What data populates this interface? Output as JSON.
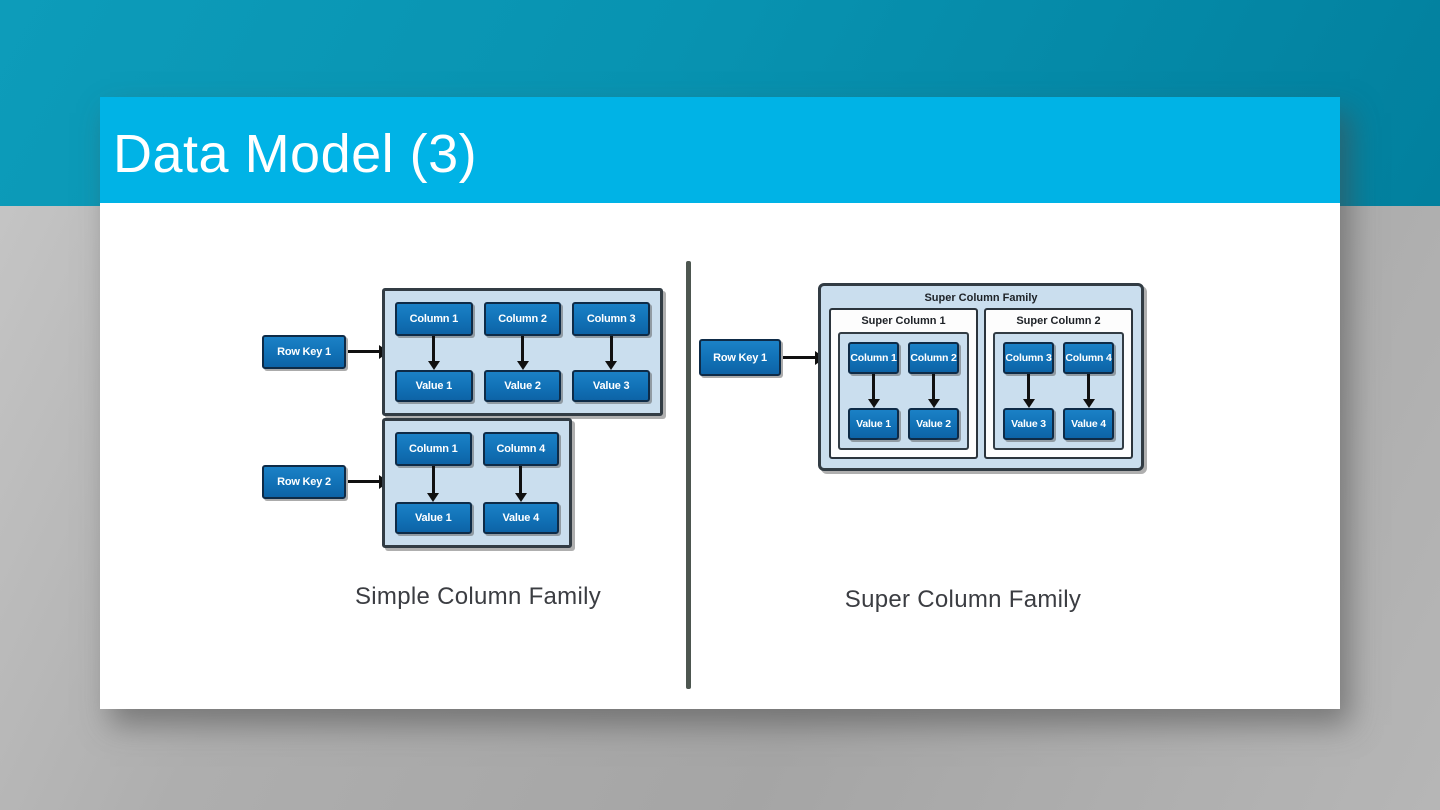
{
  "title": "Data Model (3)",
  "left": {
    "caption": "Simple Column Family",
    "groups": [
      {
        "row_key": "Row Key 1",
        "columns": [
          "Column 1",
          "Column 2",
          "Column 3"
        ],
        "values": [
          "Value 1",
          "Value 2",
          "Value 3"
        ]
      },
      {
        "row_key": "Row Key 2",
        "columns": [
          "Column 1",
          "Column 4"
        ],
        "values": [
          "Value 1",
          "Value 4"
        ]
      }
    ]
  },
  "right": {
    "caption": "Super Column Family",
    "row_key": "Row Key 1",
    "family_title": "Super Column Family",
    "super_columns": [
      {
        "title": "Super Column 1",
        "columns": [
          "Column 1",
          "Column 2"
        ],
        "values": [
          "Value 1",
          "Value 2"
        ]
      },
      {
        "title": "Super Column 2",
        "columns": [
          "Column 3",
          "Column 4"
        ],
        "values": [
          "Value 3",
          "Value 4"
        ]
      }
    ]
  },
  "colors": {
    "band_teal": "#0893b1",
    "title_bar_cyan": "#00b3e6",
    "background_gray": "#aaaaaa",
    "box_blue": "#1171b6",
    "box_border_navy": "#0e2b47",
    "tray_light_blue": "#cadeee",
    "tray_border": "#323c44",
    "divider_gray": "#4d5650",
    "caption_text": "#3b3d42",
    "title_text": "#ffffff"
  }
}
